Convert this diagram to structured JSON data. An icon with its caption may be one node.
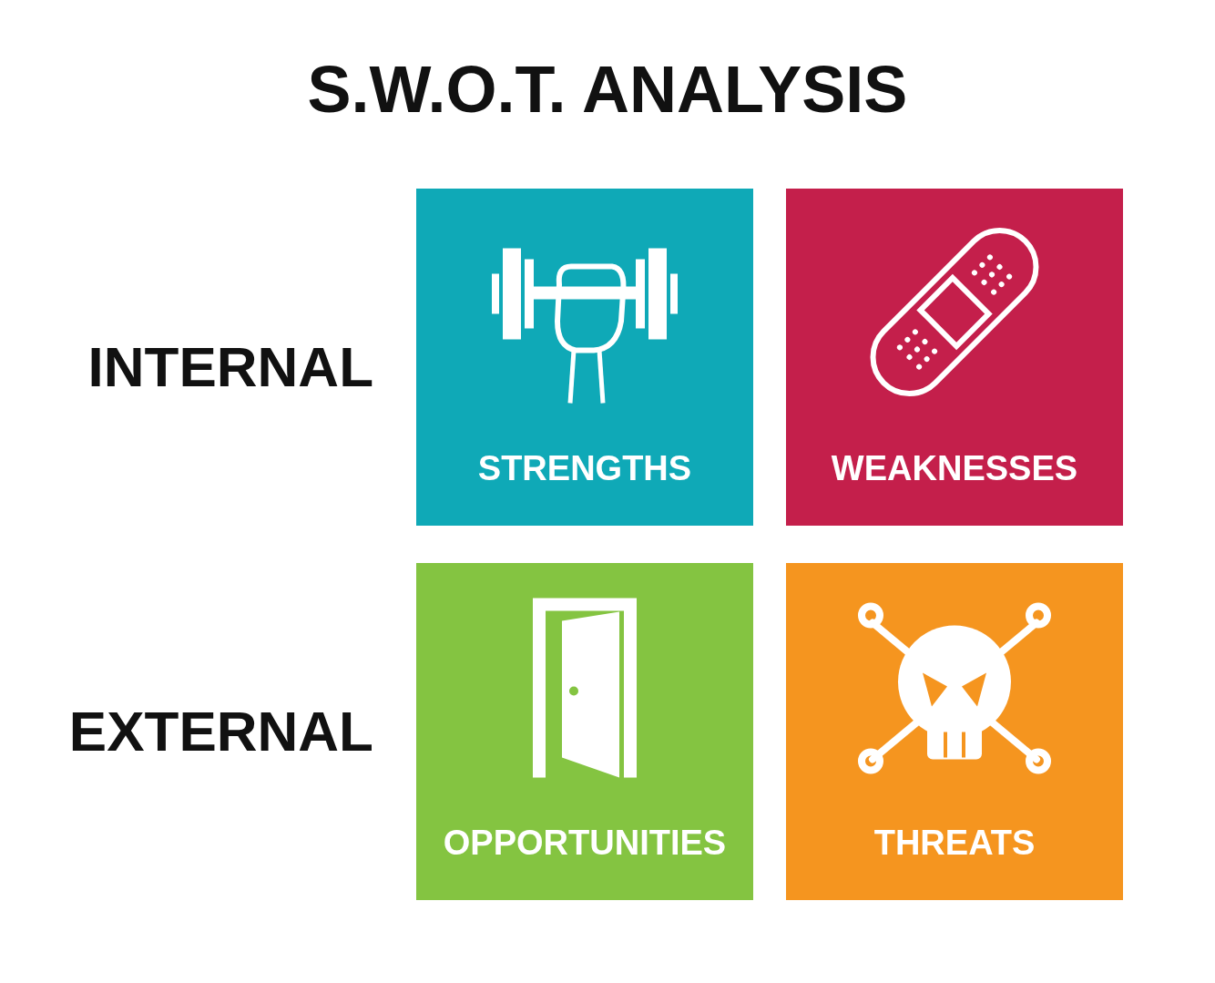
{
  "diagram": {
    "title": "S.W.O.T. ANALYSIS",
    "nodes": [
      {
        "text": [
          "STRENGTHS"
        ]
      },
      {
        "text": [
          "WEAKNESSES"
        ]
      },
      {
        "text": [
          "OPPORTUNITIES"
        ]
      },
      {
        "text": [
          "THREATS"
        ]
      }
    ],
    "labels": [
      "INTERNAL",
      "EXTERNAL"
    ]
  }
}
